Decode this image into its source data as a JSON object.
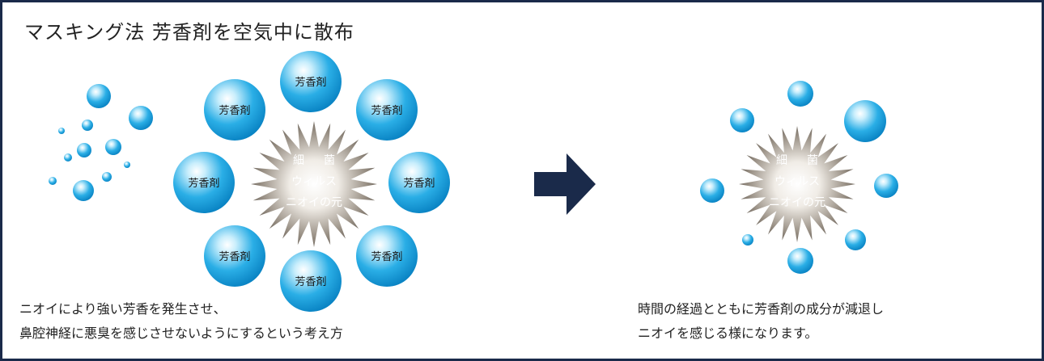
{
  "title": "マスキング法 芳香剤を空気中に散布",
  "bubble_label": "芳香剤",
  "germ": {
    "line1_a": "細",
    "line1_b": "菌",
    "line2": "ウィルス",
    "line3": "ニオイの元"
  },
  "caption_left": {
    "line1": "ニオイにより強い芳香を発生させ、",
    "line2": "鼻腔神経に悪臭を感じさせないようにするという考え方"
  },
  "caption_right": {
    "line1": "時間の経過とともに芳香剤の成分が減退し",
    "line2": "ニオイを感じる様になります。"
  },
  "colors": {
    "border": "#1a2a4a",
    "arrow": "#1a2a4a",
    "bubble": "#2aaee6",
    "germ": "#8c8378"
  },
  "icons": {
    "transition": "right-arrow-icon"
  }
}
